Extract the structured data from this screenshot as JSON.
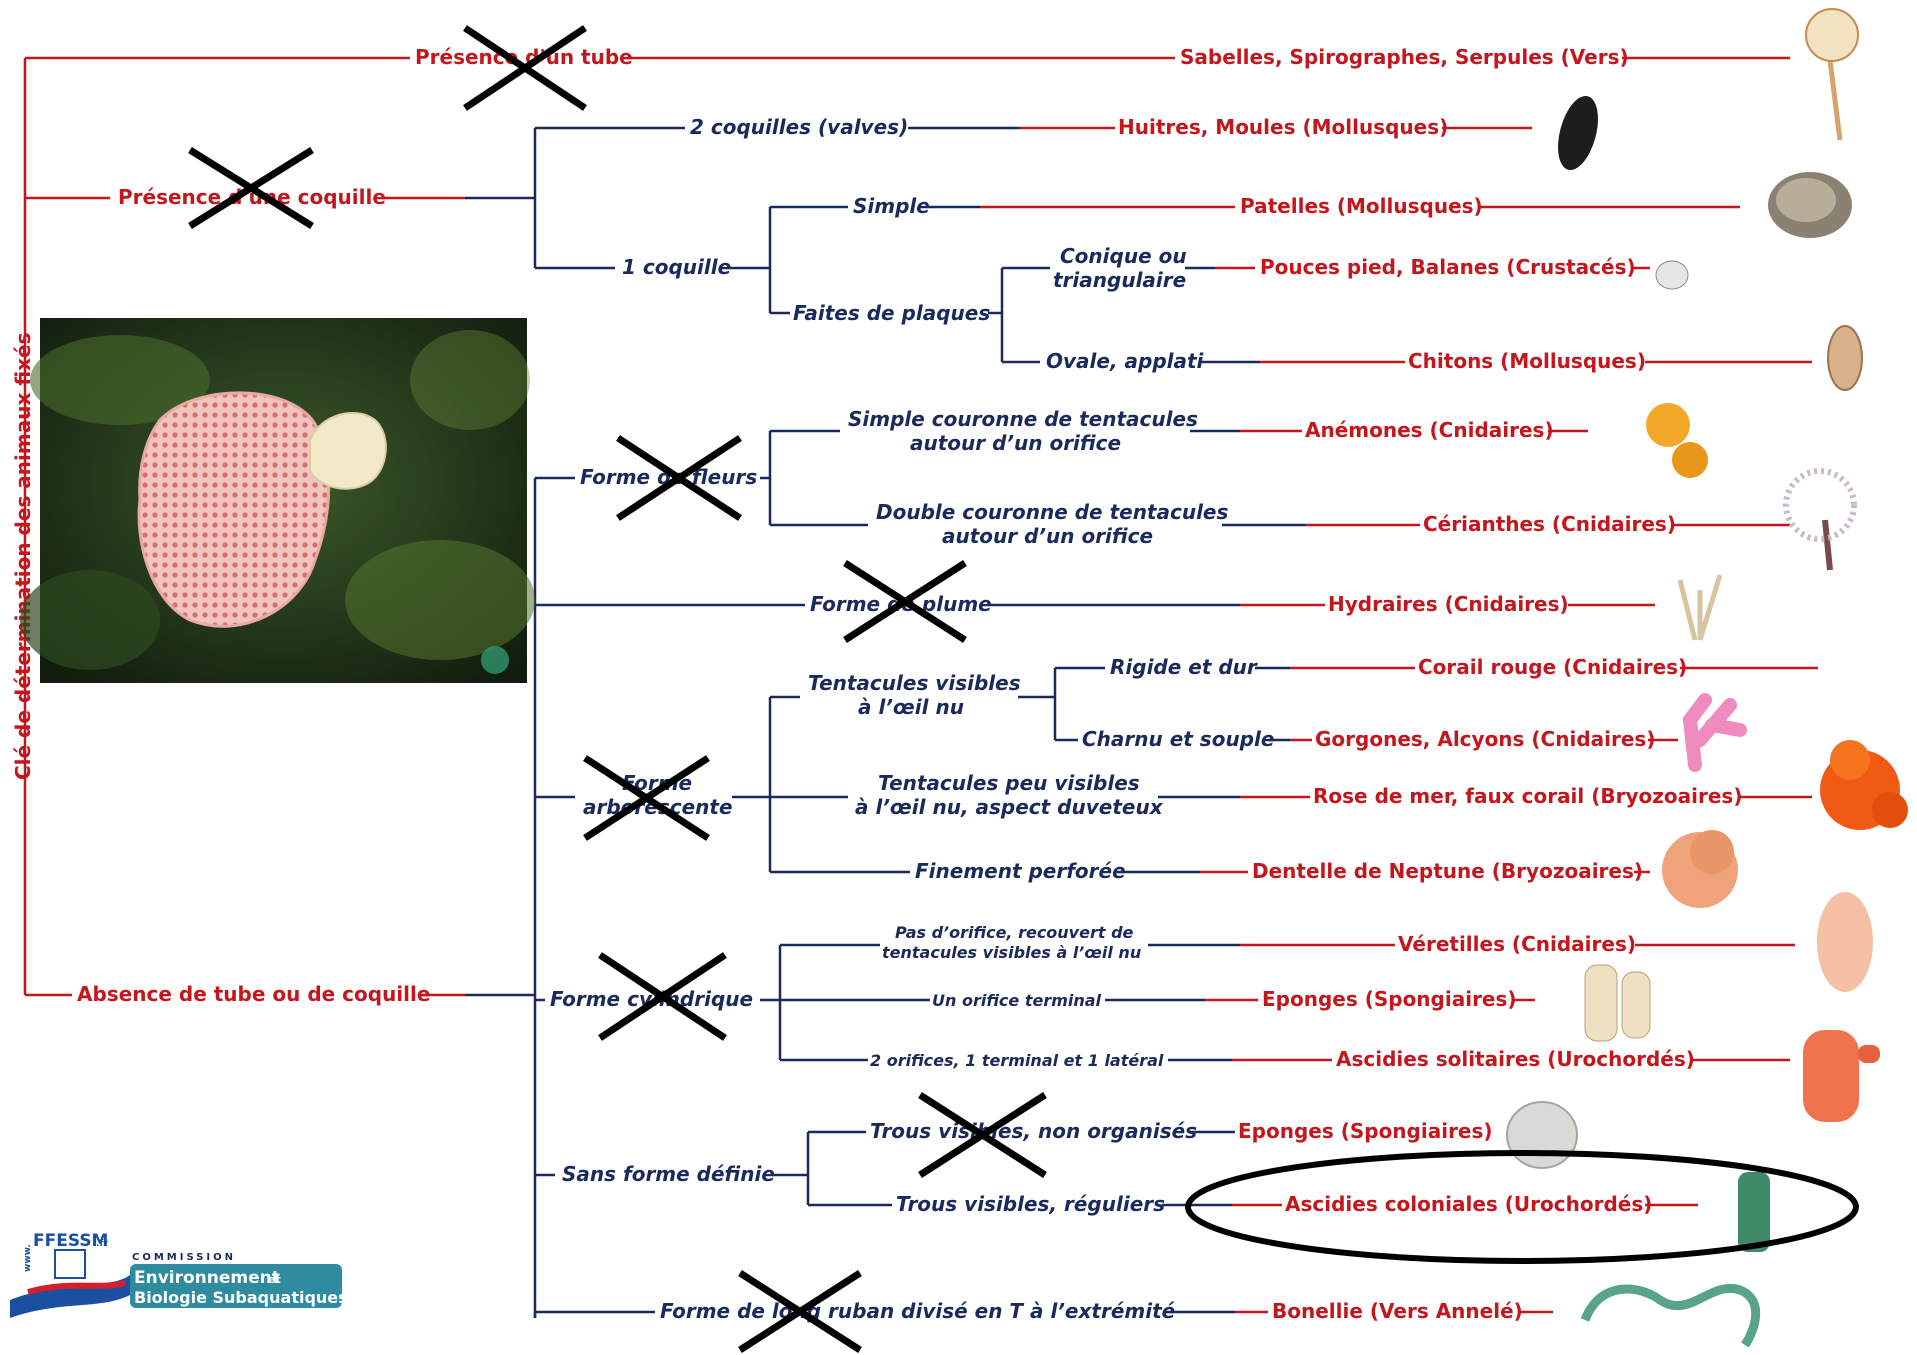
{
  "vertical_title": "Clé de détermination des animaux fixés",
  "level1": {
    "tube": "Présence d'un tube",
    "coquille": "Présence d'une coquille",
    "absence": "Absence de tube ou de coquille"
  },
  "nodes": {
    "deux_coquilles": "2 coquilles (valves)",
    "une_coquille": "1 coquille",
    "simple": "Simple",
    "faites_plaques": "Faites de plaques",
    "conique_1": "Conique ou",
    "conique_2": "triangulaire",
    "ovale": "Ovale, applati",
    "forme_fleurs": "Forme de fleurs",
    "simple_couronne_1": "Simple couronne de tentacules",
    "simple_couronne_2": "autour d’un orifice",
    "double_couronne_1": "Double couronne de tentacules",
    "double_couronne_2": "autour d’un orifice",
    "forme_plume": "Forme de plume",
    "forme_arbo_1": "Forme",
    "forme_arbo_2": "arborescente",
    "tentacules_visibles_1": "Tentacules visibles",
    "tentacules_visibles_2": "à l’œil nu",
    "rigide": "Rigide et dur",
    "charnu": "Charnu et souple",
    "tentacules_peu_1": "Tentacules peu visibles",
    "tentacules_peu_2": "à l’œil nu, aspect duveteux",
    "finement": "Finement perforée",
    "forme_cyl": "Forme cylindrique",
    "pas_orifice_1": "Pas d’orifice, recouvert de",
    "pas_orifice_2": "tentacules visibles à l’œil nu",
    "un_orifice": "Un orifice terminal",
    "deux_orifices": "2 orifices, 1 terminal et 1 latéral",
    "sans_forme": "Sans forme définie",
    "trous_non_org": "Trous visibles, non organisés",
    "trous_reg": "Trous visibles, réguliers",
    "forme_ruban": "Forme de long ruban divisé en T à l’extrémité"
  },
  "results": {
    "sabelles": "Sabelles, Spirographes, Serpules (Vers)",
    "huitres": "Huitres, Moules (Mollusques)",
    "patelles": "Patelles (Mollusques)",
    "pouces": "Pouces pied, Balanes (Crustacés)",
    "chitons": "Chitons (Mollusques)",
    "anemones": "Anémones (Cnidaires)",
    "cerianthes": "Cérianthes (Cnidaires)",
    "hydraires": "Hydraires (Cnidaires)",
    "corail": "Corail rouge (Cnidaires)",
    "gorgones": "Gorgones, Alcyons (Cnidaires)",
    "rose": "Rose de mer, faux corail (Bryozoaires)",
    "dentelle": "Dentelle de Neptune (Bryozoaires)",
    "veretilles": "Véretilles (Cnidaires)",
    "eponges1": "Eponges (Spongiaires)",
    "ascidies_sol": "Ascidies solitaires (Urochordés)",
    "eponges2": "Eponges (Spongiaires)",
    "ascidies_col": "Ascidies coloniales (Urochordés)",
    "bonellie": "Bonellie (Vers Annelé)"
  },
  "logo": {
    "ffessm": "FFESSM",
    "fr": ".fr",
    "www": "www.",
    "commission": "COMMISSION",
    "line1": "Environnement",
    "et": "et",
    "line2": "Biologie Subaquatiques"
  },
  "colors": {
    "red": "#c4161c",
    "blue": "#1b2a5c",
    "cross": "#000000"
  }
}
